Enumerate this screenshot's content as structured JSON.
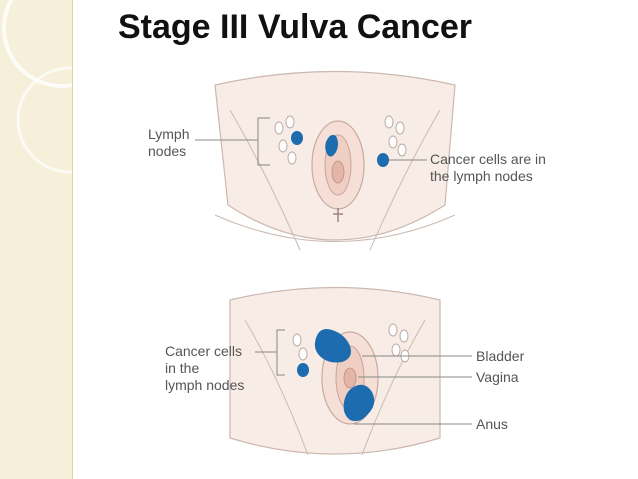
{
  "slide": {
    "title": "Stage III Vulva Cancer"
  },
  "diagram_top": {
    "label_left_line1": "Lymph",
    "label_left_line2": "nodes",
    "label_right_line1": "Cancer cells are in",
    "label_right_line2": "the lymph nodes"
  },
  "diagram_bottom": {
    "label_left_line1": "Cancer cells",
    "label_left_line2": "in the",
    "label_left_line3": "lymph nodes",
    "label_bladder": "Bladder",
    "label_vagina": "Vagina",
    "label_anus": "Anus"
  },
  "colors": {
    "sidebar": "#f6efd9",
    "skin": "#f8ece6",
    "cancer": "#1d6cb0",
    "line": "#888888"
  }
}
